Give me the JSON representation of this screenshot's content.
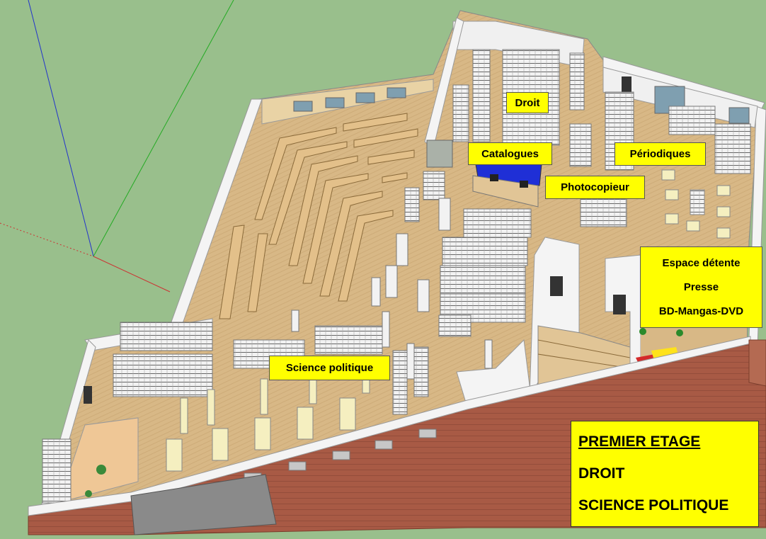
{
  "labels": {
    "droit": "Droit",
    "catalogues": "Catalogues",
    "periodiques": "Périodiques",
    "photocopieur": "Photocopieur",
    "espace_detente": "Espace détente",
    "presse": "Presse",
    "bd_mangas_dvd": "BD-Mangas-DVD",
    "science_politique": "Science politique"
  },
  "legend": {
    "floor": "PREMIER ETAGE",
    "line1": "DROIT",
    "line2": "SCIENCE POLITIQUE"
  },
  "colors": {
    "background": "#99bf8c",
    "floor": "#d9b98a",
    "brick": "#a85a45",
    "label": "#ffff00",
    "shelf": "#e8e8e8",
    "wood_shelf": "#e3c08a"
  }
}
